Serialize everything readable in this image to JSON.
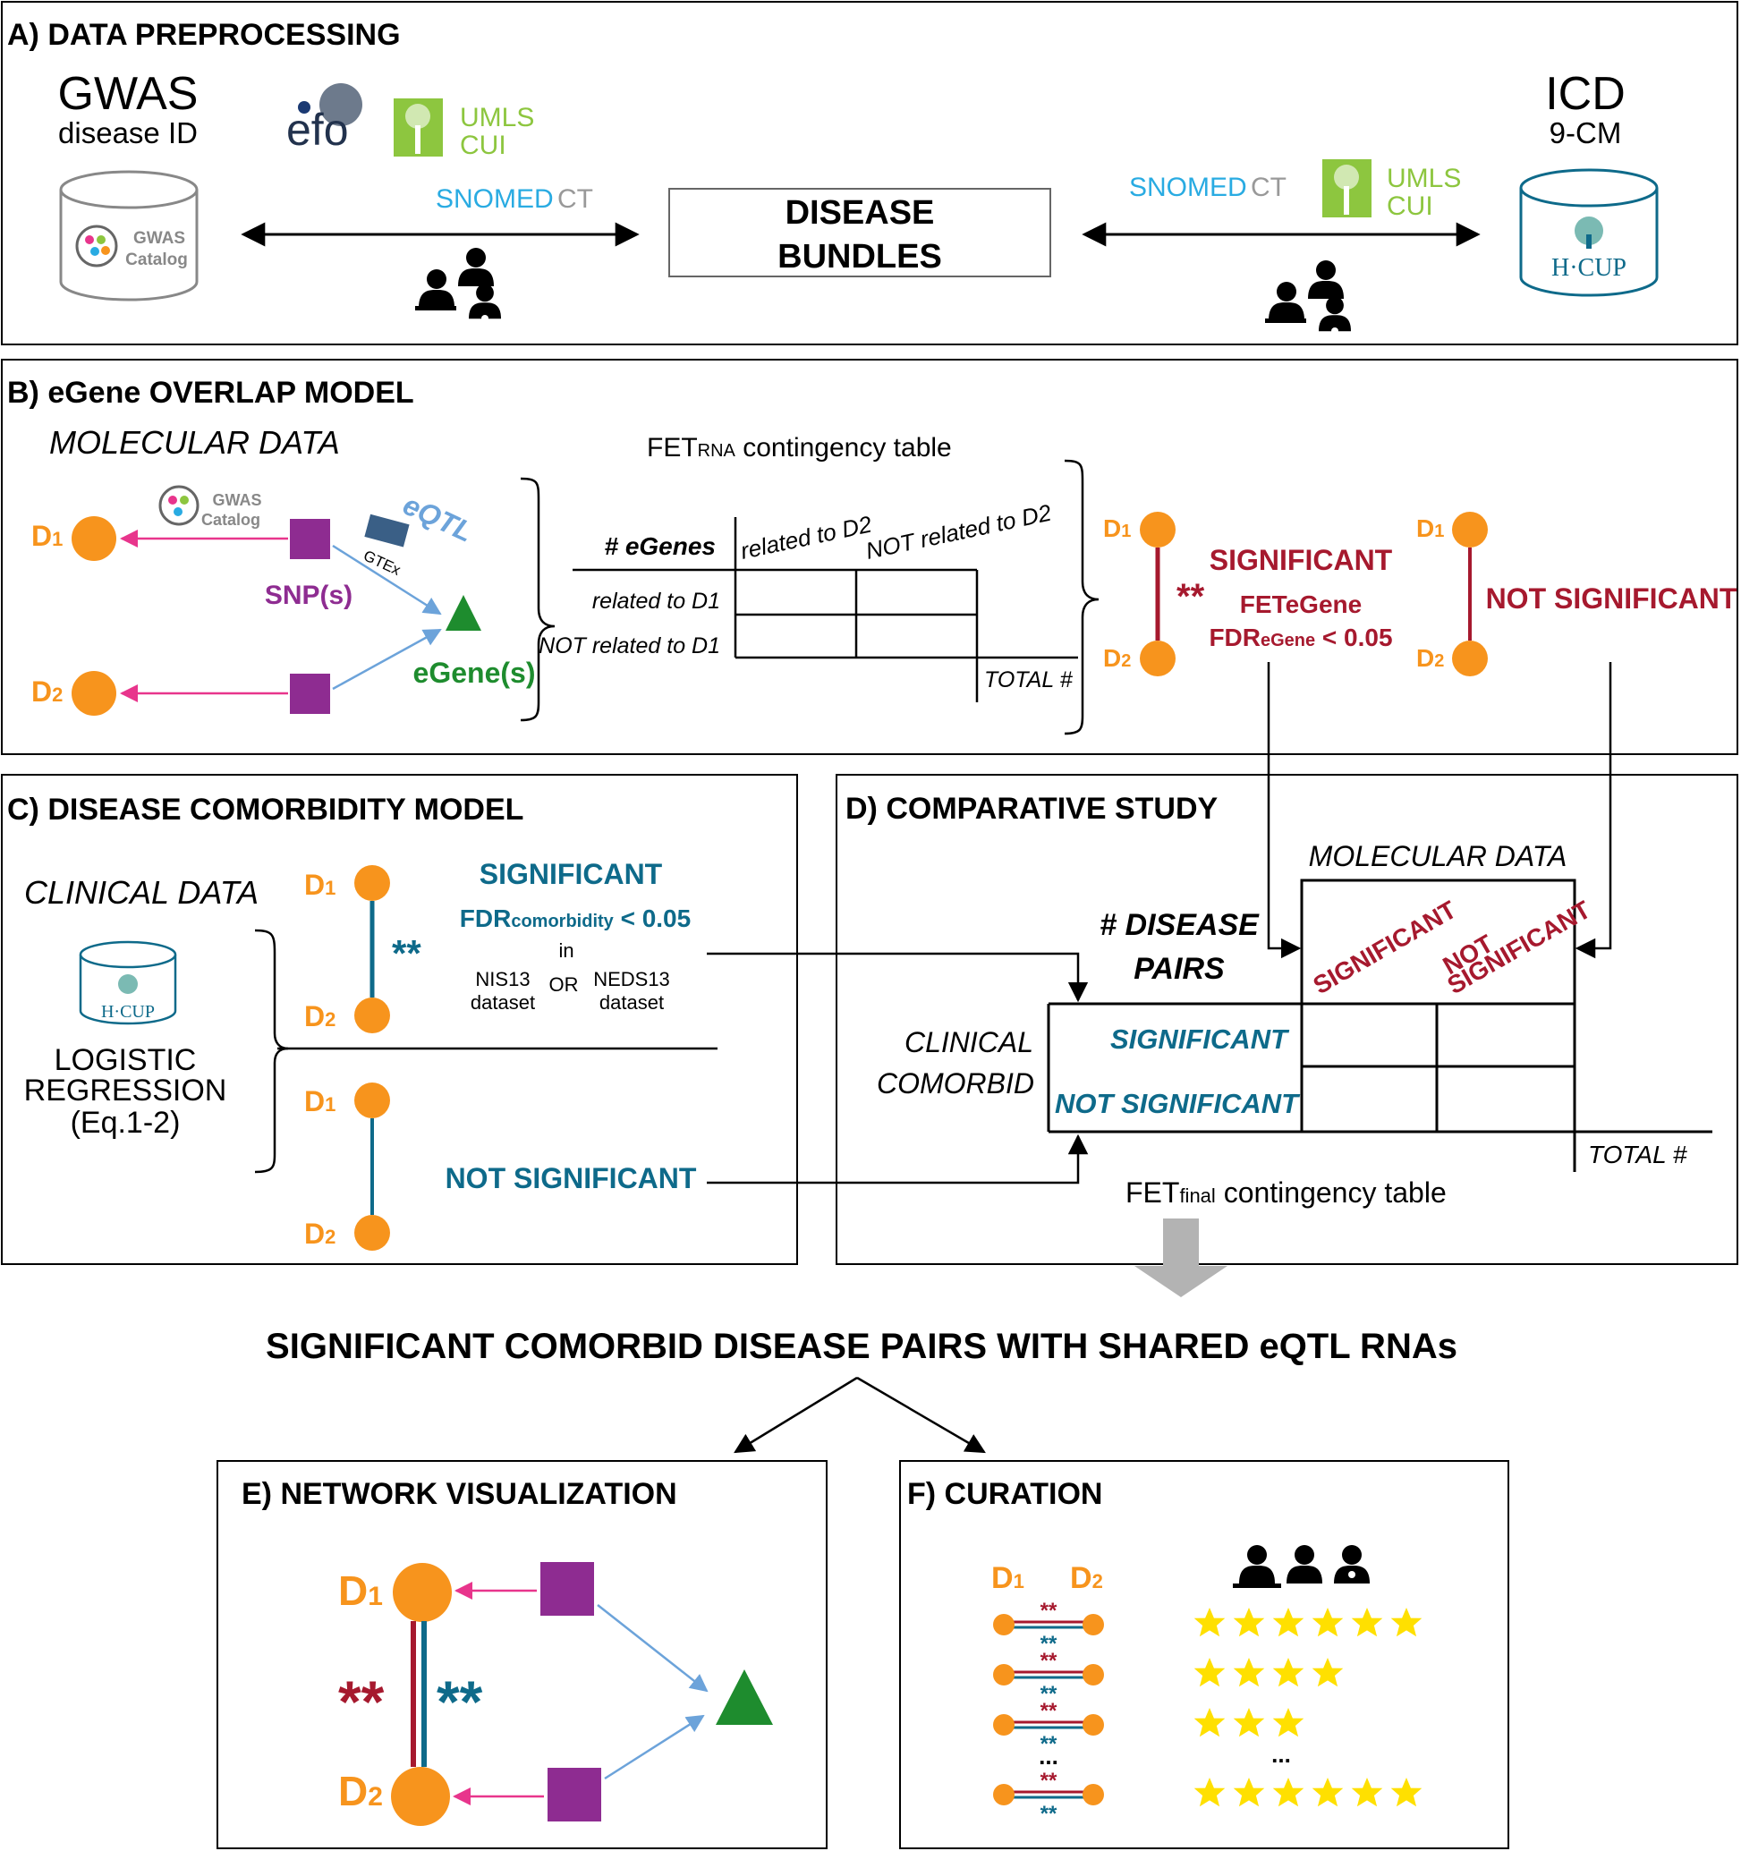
{
  "colors": {
    "orange": "#F7941D",
    "purple": "#8E2C91",
    "green": "#1E8C2E",
    "red": "#A6192E",
    "blue": "#0E6A8A",
    "pink": "#E8358C",
    "lightblue": "#6CA3DA",
    "lime": "#8DC63F",
    "cyan": "#29ABE2",
    "star": "#FFE000"
  },
  "sectionA": {
    "title": "A) DATA PREPROCESSING",
    "gwas_title": "GWAS",
    "gwas_sub": "disease ID",
    "gwas_db_line1": "GWAS",
    "gwas_db_line2": "Catalog",
    "efo": "efo",
    "umls1": "UMLS",
    "cui1": "CUI",
    "snomed1": "SNOMED",
    "ct1": "CT",
    "bundles1": "DISEASE",
    "bundles2": "BUNDLES",
    "snomed2": "SNOMED",
    "ct2": "CT",
    "umls2": "UMLS",
    "cui2": "CUI",
    "icd_title": "ICD",
    "icd_sub": "9-CM",
    "hcup": "H·CUP"
  },
  "sectionB": {
    "title": "B) eGene OVERLAP MODEL",
    "molecular": "MOLECULAR DATA",
    "gwas_line1": "GWAS",
    "gwas_line2": "Catalog",
    "d1": "D",
    "sub1": "1",
    "d2": "D",
    "sub2": "2",
    "eqtl": "eQTL",
    "gtex": "GTEx",
    "snps": "SNP(s)",
    "egenes": "eGene(s)",
    "fet_prefix": "FET",
    "fet_sub": "RNA",
    "fet_suffix": " contingency table",
    "egene_count": "# eGenes",
    "col1": "related to D2",
    "col2": "NOT related to D2",
    "row1": "related to D1",
    "row2": "NOT related to D1",
    "total": "TOTAL #",
    "stars": "**",
    "significant": "SIGNIFICANT",
    "fet_egene": "FETeGene",
    "fdr_prefix": "FDR",
    "fdr_sub": "eGene",
    "fdr_suffix": " < 0.05",
    "not_significant": "NOT SIGNIFICANT"
  },
  "sectionC": {
    "title": "C) DISEASE COMORBIDITY MODEL",
    "clinical": "CLINICAL DATA",
    "hcup": "H·CUP",
    "logistic1": "LOGISTIC",
    "logistic2": "REGRESSION",
    "logistic3": "(Eq.1-2)",
    "stars": "**",
    "significant": "SIGNIFICANT",
    "fdr_prefix": "FDR",
    "fdr_sub": "comorbidity",
    "fdr_suffix": " < 0.05",
    "in": "in",
    "nis1": "NIS13",
    "nis2": "dataset",
    "or": "OR",
    "neds1": "NEDS13",
    "neds2": "dataset",
    "not_significant": "NOT SIGNIFICANT"
  },
  "sectionD": {
    "title": "D) COMPARATIVE STUDY",
    "molecular": "MOLECULAR DATA",
    "pairs1": "# DISEASE",
    "pairs2": "PAIRS",
    "col_sig": "SIGNIFICANT",
    "col_not1": "NOT",
    "col_not2": "SIGNIFICANT",
    "clinical1": "CLINICAL",
    "clinical2": "COMORBID",
    "row_sig": "SIGNIFICANT",
    "row_not": "NOT SIGNIFICANT",
    "total": "TOTAL #",
    "fet_prefix": "FET",
    "fet_sub": "final",
    "fet_suffix": " contingency table"
  },
  "result": "SIGNIFICANT COMORBID DISEASE PAIRS WITH SHARED eQTL RNAs",
  "sectionE": {
    "title": "E) NETWORK VISUALIZATION",
    "stars_red": "**",
    "stars_blue": "**"
  },
  "sectionF": {
    "title": "F)  CURATION",
    "ellipsis_pairs": "...",
    "ellipsis_stars": "...",
    "stars_red": "**",
    "stars_blue": "**",
    "ratings": [
      6,
      4,
      3,
      6
    ]
  }
}
